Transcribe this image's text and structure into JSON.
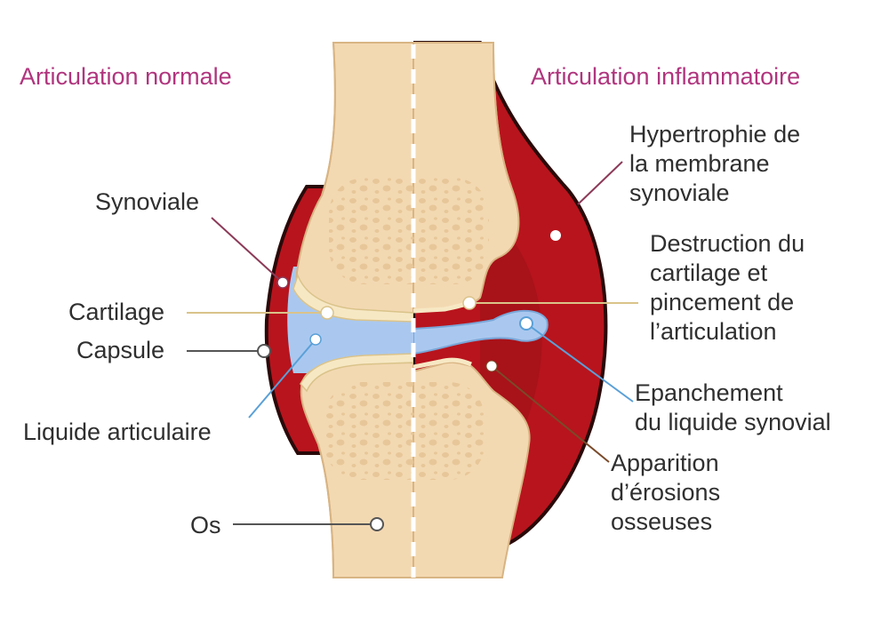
{
  "headings": {
    "normal": "Articulation normale",
    "inflammatory": "Articulation inflammatoire"
  },
  "labels": {
    "synoviale": "Synoviale",
    "cartilage": "Cartilage",
    "capsule": "Capsule",
    "liquide": "Liquide articulaire",
    "os": "Os",
    "hypertrophie": [
      "Hypertrophie de",
      "la membrane",
      "synoviale"
    ],
    "destruction": [
      "Destruction du",
      "cartilage et",
      "pincement de",
      "l’articulation"
    ],
    "epanchement": [
      "Epanchement",
      "du liquide synovial"
    ],
    "apparition": [
      "Apparition",
      "d’érosions",
      "osseuses"
    ]
  },
  "colors": {
    "heading": "#b0357e",
    "label": "#2f2f2f",
    "bone": "#f3d9b2",
    "bone_outline": "#d8b483",
    "bone_spongy": "#e8c999",
    "synovium": "#b8141d",
    "synovium_dark": "#8c0d13",
    "fluid": "#aac8ef",
    "cartilage": "#f7e8c4",
    "line_pink": "#8c3a58",
    "line_cream": "#dac38a",
    "line_grey": "#555555",
    "line_blue": "#5aa0d8",
    "line_brown": "#7a4a2a"
  }
}
